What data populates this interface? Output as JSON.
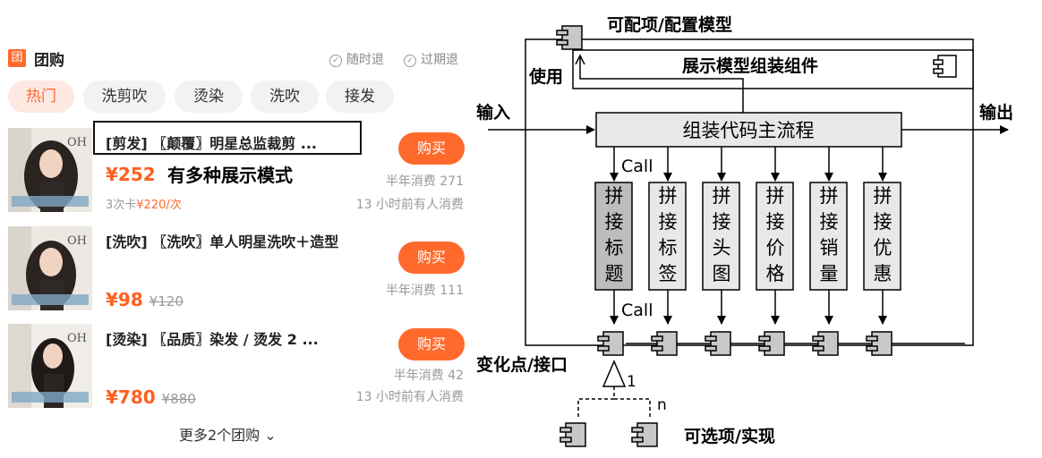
{
  "left": {
    "header": {
      "badge": "团",
      "title": "团购",
      "guarantee1": "随时退",
      "guarantee2": "过期退"
    },
    "tabs": [
      "热门",
      "洗剪吹",
      "烫染",
      "洗吹",
      "接发"
    ],
    "items": [
      {
        "title": "[剪发] 〖颠覆〗明星总监裁剪 ...",
        "price": "¥252",
        "old_price": "",
        "card": "3次卡",
        "card_price": "¥220/次",
        "buy": "购买",
        "sold": "半年消费 271",
        "recent": "13 小时前有人消费"
      },
      {
        "title": "[洗吹] 〖洗吹〗单人明星洗吹＋造型",
        "price": "¥98",
        "old_price": "¥120",
        "card": "",
        "card_price": "",
        "buy": "购买",
        "sold": "半年消费 111",
        "recent": ""
      },
      {
        "title": "[烫染] 〖品质〗染发 / 烫发 2 ...",
        "price": "¥780",
        "old_price": "¥880",
        "card": "",
        "card_price": "",
        "buy": "购买",
        "sold": "半年消费 42",
        "recent": "13 小时前有人消费"
      }
    ],
    "more": "更多2个团购",
    "annotation": "有多种展示模式"
  },
  "diagram": {
    "config_label": "可配项/配置模型",
    "assembly_label": "展示模型组装组件",
    "use_label": "使用",
    "input_label": "输入",
    "output_label": "输出",
    "main_flow": "组装代码主流程",
    "call1": "Call",
    "call2": "Call",
    "steps": [
      "拼接标题",
      "拼接标签",
      "拼接头图",
      "拼接价格",
      "拼接销量",
      "拼接优惠"
    ],
    "variation_label": "变化点/接口",
    "mult_1": "1",
    "mult_n": "n",
    "optional_label": "可选项/实现"
  },
  "colors": {
    "accent": "#ff6a2c",
    "price": "#ff5f1f",
    "box_fill": "#e8e8e8",
    "selected_fill": "#bdbdbd",
    "component_fill": "#c8c8c8"
  }
}
